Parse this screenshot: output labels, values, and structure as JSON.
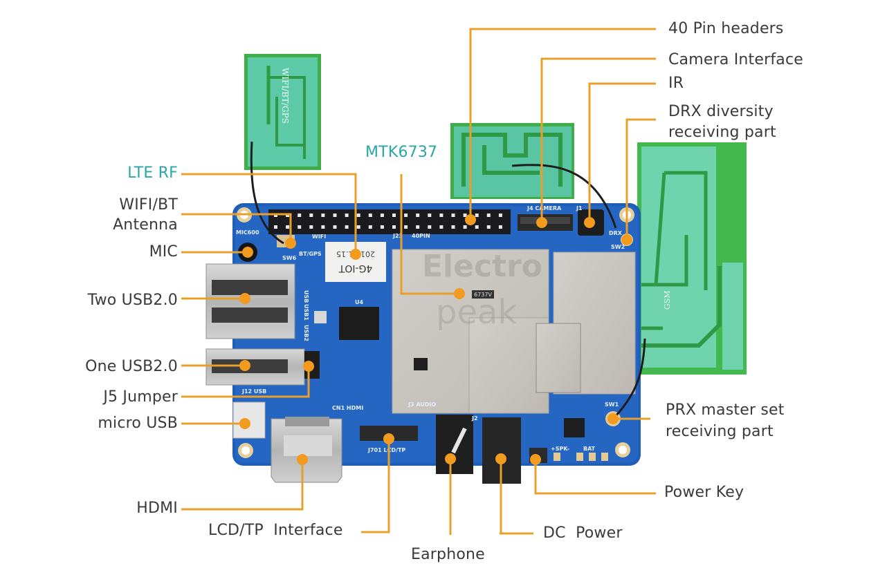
{
  "colors": {
    "background": "#ffffff",
    "label_text": "#3a3a3a",
    "highlight_label": "#2aa5a8",
    "callout_line": "#e8a02a",
    "pcb_blue": "#1f5fb8",
    "pcb_blue_dark": "#174a93",
    "antenna_green": "#4fbf6a",
    "antenna_trace": "#2f9a45",
    "antenna_pad": "#6fd3a8",
    "shield_metal": "#c9c6c0"
  },
  "board": {
    "antennas": [
      {
        "id": "wifi-bt-gps",
        "silkscreen": "WIFI/BT/GPS"
      },
      {
        "id": "drx",
        "silkscreen": ""
      },
      {
        "id": "gsm",
        "silkscreen": "GSM"
      }
    ],
    "silkscreen": {
      "mic": "MIC600",
      "sw6": "SW6",
      "wifi": "WIFI",
      "bt_gps": "BT/GPS",
      "j23": "J23",
      "pin40": "40PIN",
      "camera": "J4 CAMERA",
      "j1": "J1",
      "drx": "DRX",
      "sw2": "SW2",
      "usb_labels": [
        "USB",
        "USB1",
        "USB2"
      ],
      "u4": "U4",
      "j12": "J12 USB",
      "cn1": "CN1 HDMI",
      "j3": "J3 AUDIO",
      "j2": "J2",
      "lcd": "J701 LCD/TP",
      "sw1": "SW1",
      "bat": "BAT",
      "spk": "+SPK-",
      "chip_mark": "6737V",
      "sticker_line1": "2017.1.15",
      "sticker_line2": "4G-IOT",
      "watermark_line1": "Electro",
      "watermark_line2": "peak"
    }
  },
  "callouts": {
    "left": [
      {
        "id": "lte-rf",
        "text": "LTE RF",
        "highlight": true
      },
      {
        "id": "wifi-bt-antenna",
        "text": "WIFI/BT",
        "text2": "Antenna",
        "highlight": false
      },
      {
        "id": "mic",
        "text": "MIC",
        "highlight": false
      },
      {
        "id": "two-usb",
        "text": "Two USB2.0",
        "highlight": false
      },
      {
        "id": "one-usb",
        "text": "One USB2.0",
        "highlight": false
      },
      {
        "id": "j5-jumper",
        "text": "J5 Jumper",
        "highlight": false
      },
      {
        "id": "micro-usb",
        "text": "micro USB",
        "highlight": false
      },
      {
        "id": "hdmi",
        "text": "HDMI",
        "highlight": false
      }
    ],
    "center": [
      {
        "id": "mtk6737",
        "text": "MTK6737",
        "highlight": true
      },
      {
        "id": "lcd-tp",
        "text": "LCD/TP  Interface",
        "highlight": false
      },
      {
        "id": "earphone",
        "text": "Earphone",
        "highlight": false
      },
      {
        "id": "dc-power",
        "text": "DC  Power",
        "highlight": false
      }
    ],
    "right": [
      {
        "id": "pin-headers",
        "text": "40 Pin headers",
        "highlight": false
      },
      {
        "id": "camera",
        "text": "Camera Interface",
        "highlight": false
      },
      {
        "id": "ir",
        "text": "IR",
        "highlight": false
      },
      {
        "id": "drx",
        "text": "DRX diversity",
        "text2": "receiving part",
        "highlight": false
      },
      {
        "id": "prx",
        "text": "PRX master set",
        "text2": "receiving part",
        "highlight": false
      },
      {
        "id": "power-key",
        "text": "Power Key",
        "highlight": false
      }
    ]
  }
}
